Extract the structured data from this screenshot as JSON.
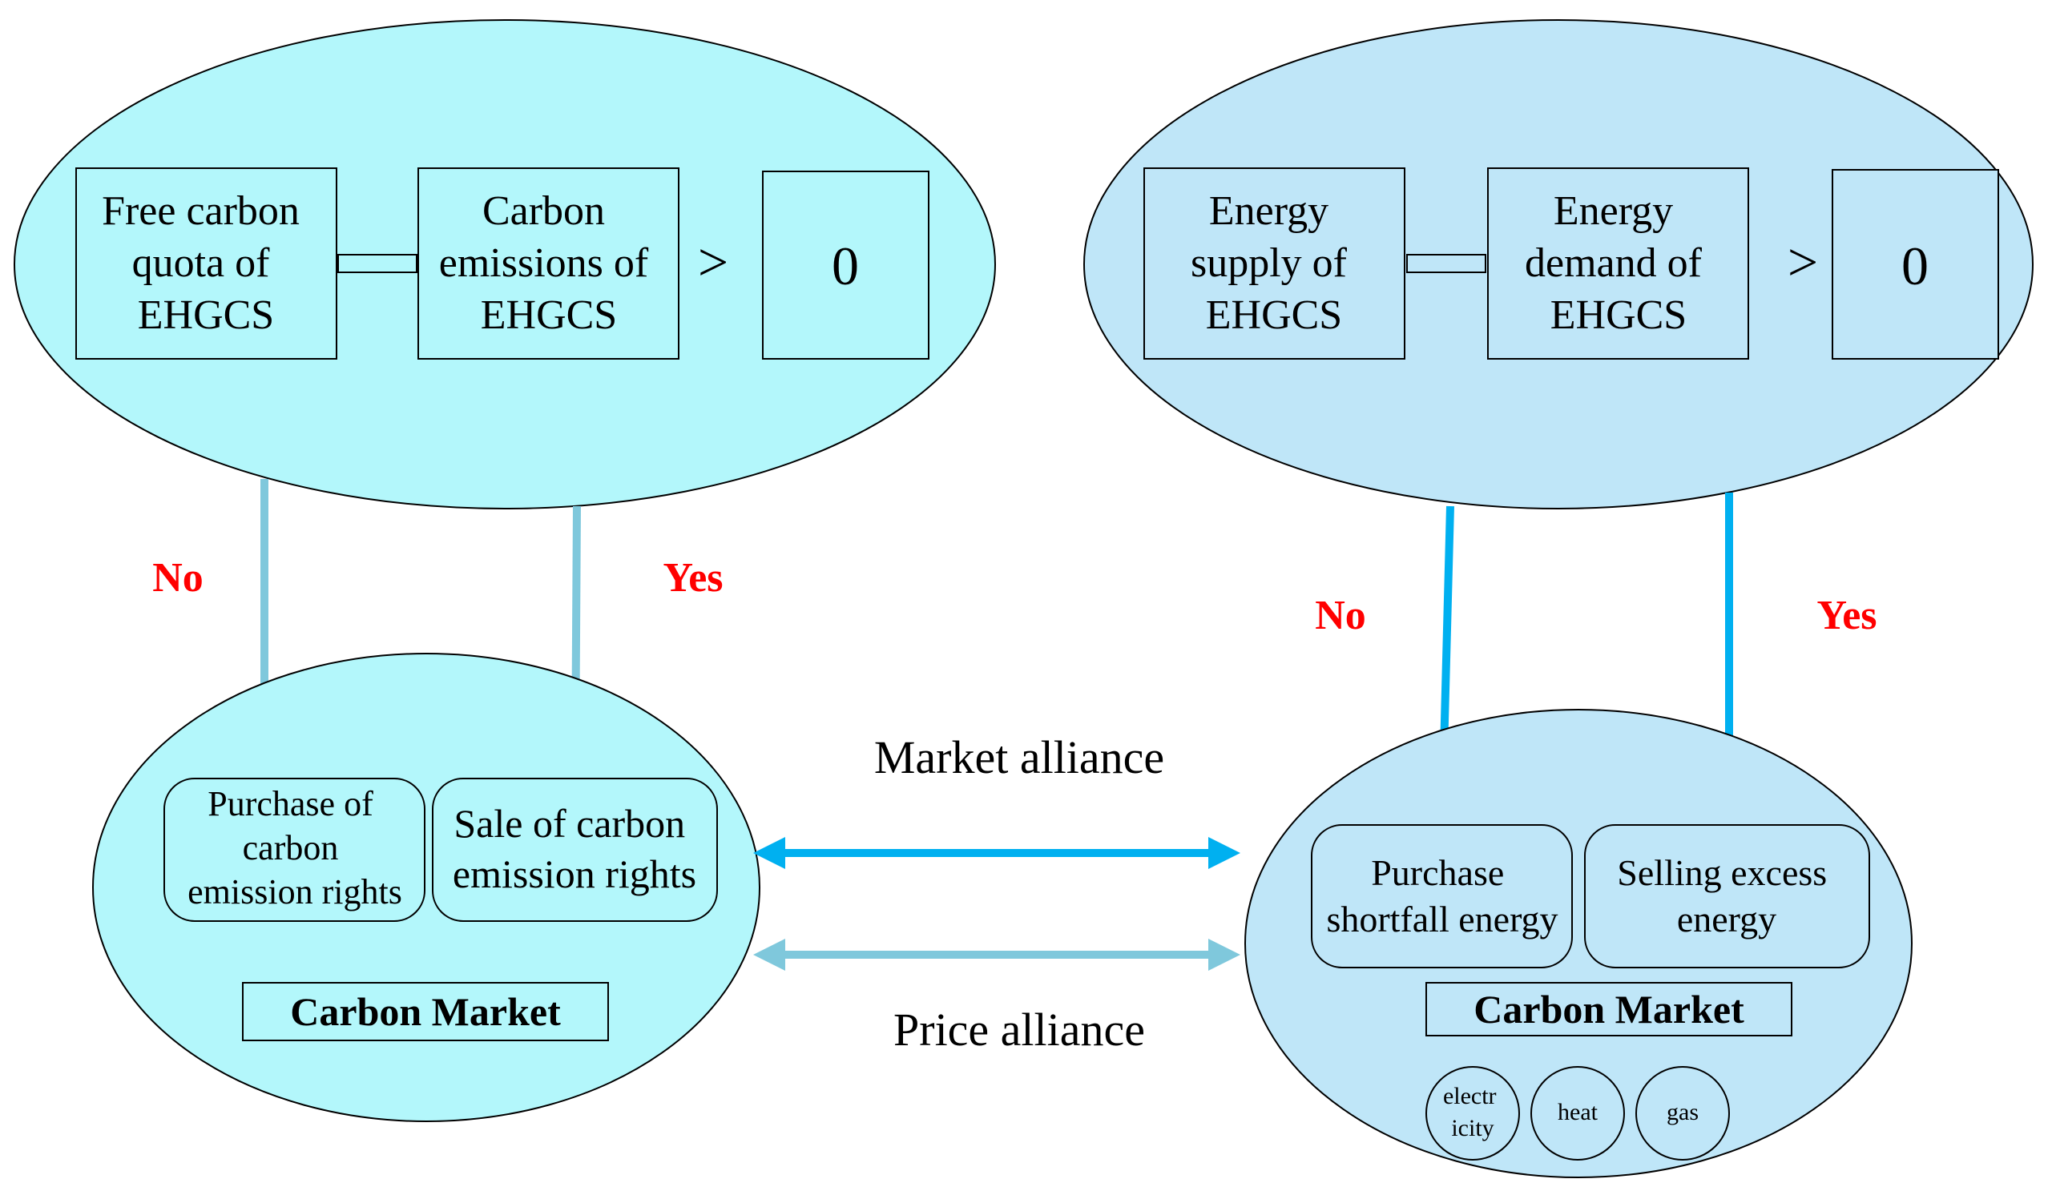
{
  "colors": {
    "ellipse_cyan": "#b3f7fb",
    "ellipse_blue": "#bfe6f8",
    "arrow_light": "#7fc8dc",
    "arrow_bright": "#00b0f0",
    "label_red": "#ff0000"
  },
  "top_left": {
    "box1": [
      "Free carbon",
      "quota of",
      "EHGCS"
    ],
    "box2": [
      "Carbon",
      "emissions of",
      "EHGCS"
    ],
    "gt": ">",
    "box3": "0"
  },
  "top_right": {
    "box1": [
      "Energy",
      "supply of",
      "EHGCS"
    ],
    "box2": [
      "Energy",
      "demand of",
      "EHGCS"
    ],
    "gt": ">",
    "box3": "0"
  },
  "labels": {
    "left_no": "No",
    "left_yes": "Yes",
    "right_no": "No",
    "right_yes": "Yes",
    "market_alliance": "Market alliance",
    "price_alliance": "Price alliance"
  },
  "bottom_left": {
    "box1": [
      "Purchase of",
      "carbon",
      "emission rights"
    ],
    "box2": [
      "Sale of carbon",
      "emission rights"
    ],
    "title": "Carbon Market"
  },
  "bottom_right": {
    "box1": [
      "Purchase",
      "shortfall energy"
    ],
    "box2": [
      "Selling excess",
      "energy"
    ],
    "title": "Carbon Market",
    "circles": [
      [
        "electr",
        "icity"
      ],
      [
        "heat"
      ],
      [
        "gas"
      ]
    ]
  }
}
